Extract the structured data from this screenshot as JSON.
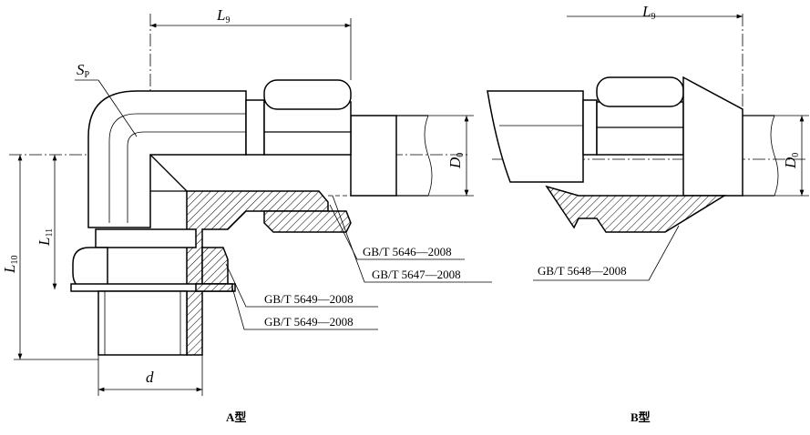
{
  "type_a": {
    "caption": "A型",
    "dim_l9": "L",
    "dim_l9_sub": "9",
    "dim_sp": "S",
    "dim_sp_sub": "P",
    "dim_d0": "D",
    "dim_d0_sub": "0",
    "dim_l10": "L",
    "dim_l10_sub": "10",
    "dim_l11": "L",
    "dim_l11_sub": "11",
    "dim_d": "d",
    "std_1": "GB/T 5646—2008",
    "std_2": "GB/T 5647—2008",
    "std_3": "GB/T 5649—2008",
    "std_4": "GB/T 5649—2008"
  },
  "type_b": {
    "caption": "B型",
    "dim_l9": "L",
    "dim_l9_sub": "9",
    "dim_d0": "D",
    "dim_d0_sub": "0",
    "std_1": "GB/T 5648—2008"
  }
}
